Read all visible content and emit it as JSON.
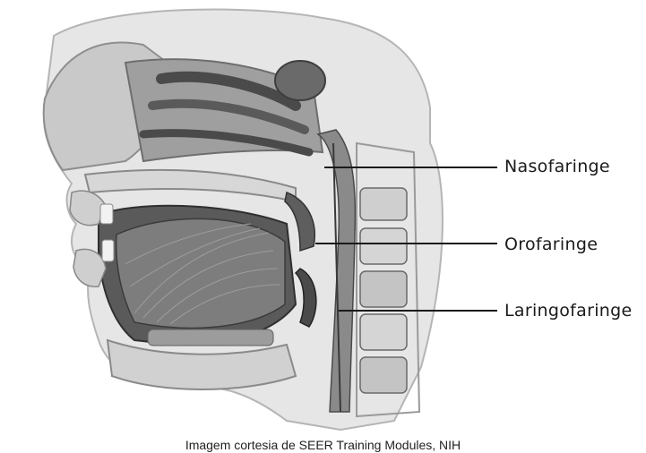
{
  "labels": {
    "nasopharynx": "Nasofaringe",
    "oropharynx": "Orofaringe",
    "laryngopharynx": "Laringofaringe"
  },
  "credit": "Imagem cortesia de SEER Training Modules, NIH",
  "colors": {
    "background": "#ffffff",
    "leader_line": "#1a1a1a",
    "tissue_light": "#e6e6e6",
    "tissue_mid": "#a9a9a9",
    "tissue_dark": "#4a4a4a"
  }
}
